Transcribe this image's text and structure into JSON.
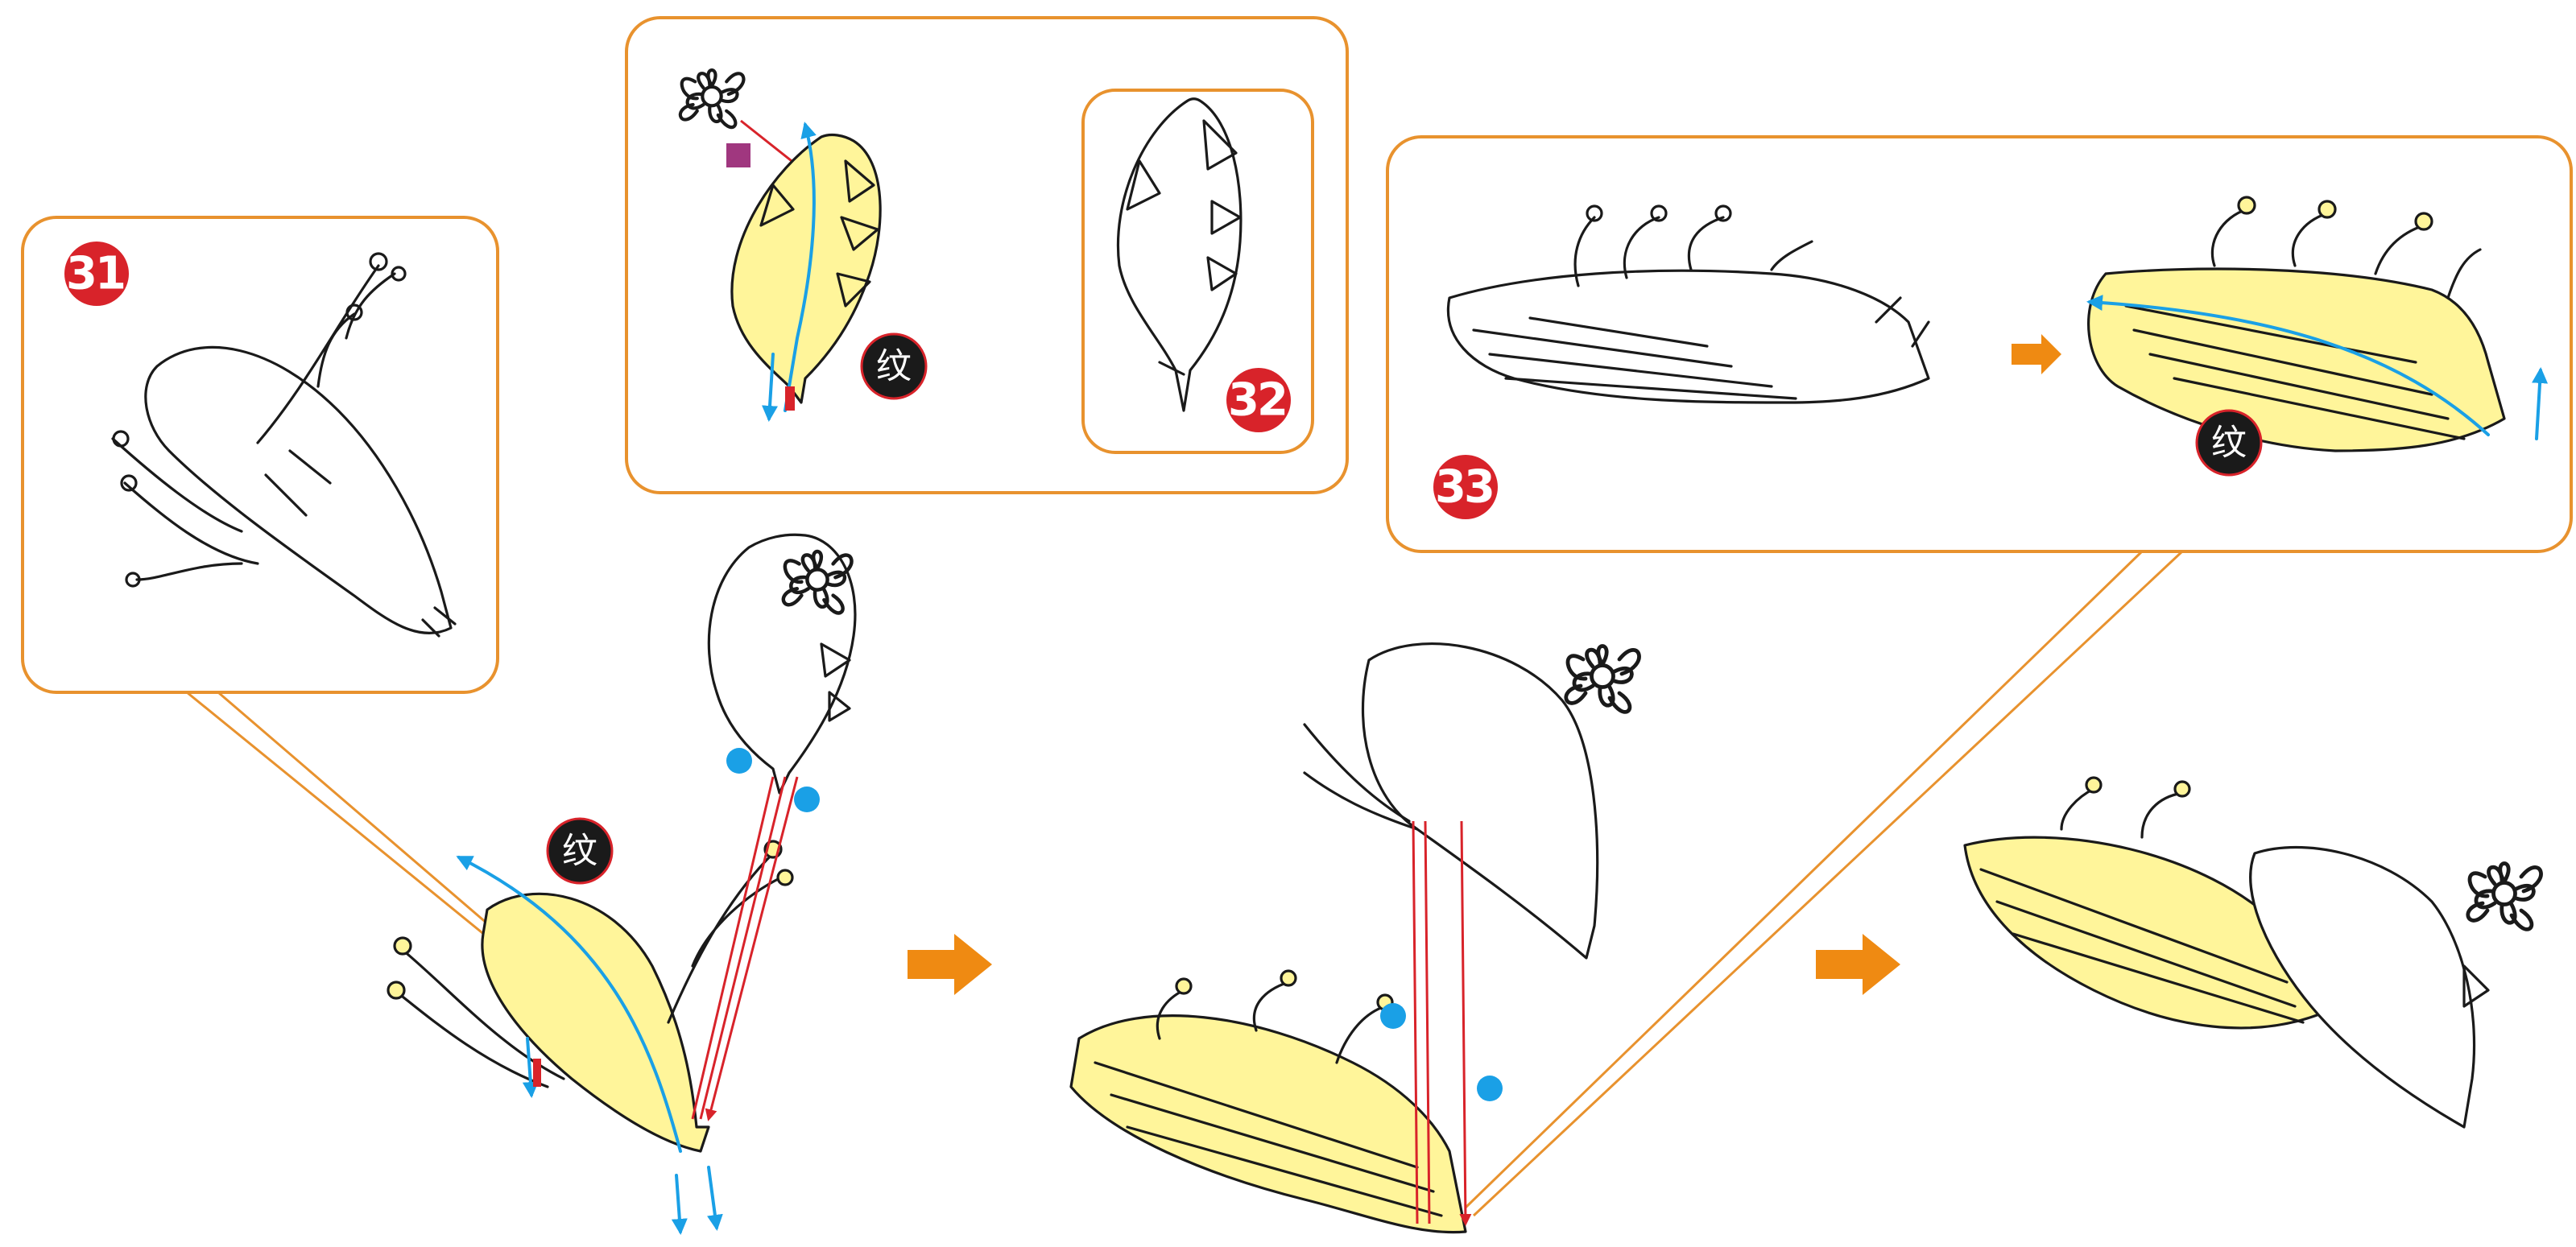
{
  "steps": [
    {
      "number": "31"
    },
    {
      "number": "32"
    },
    {
      "number": "33"
    }
  ],
  "texture_label": "纹",
  "colors": {
    "panel_border": "#e8922e",
    "step_badge": "#d8232a",
    "texture_badge": "#1a1a1a",
    "highlight": "#fff07a",
    "guide_blue": "#1aa0e6",
    "flow_arrow": "#ef8a12",
    "cut_line_red": "#d8232a",
    "marker_square": "#a0377f"
  },
  "icons": [
    "flower-icon",
    "leaf-branch-icon",
    "feather-wing-icon",
    "flow-arrow-icon"
  ]
}
